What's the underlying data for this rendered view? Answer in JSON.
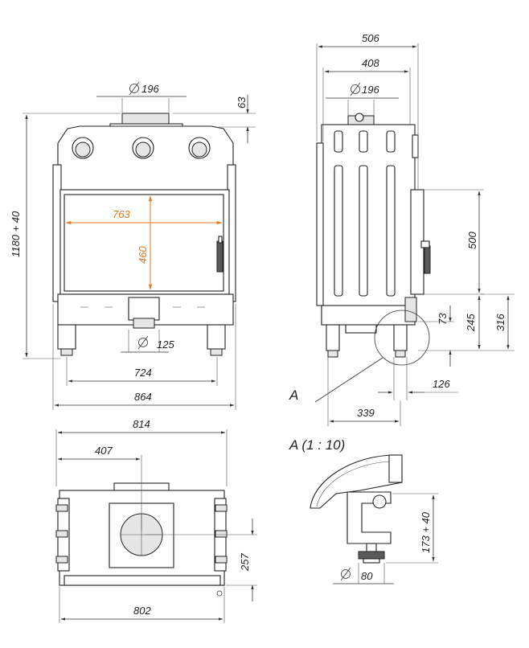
{
  "front": {
    "flue_diameter": "196",
    "flue_height": "63",
    "total_height": "1180 + 40",
    "glass_width": "763",
    "glass_height": "460",
    "bottom_diameter": "125",
    "leg_spacing": "724",
    "total_width": "864"
  },
  "side": {
    "depth_total": "506",
    "depth_inner": "408",
    "flue_diameter": "196",
    "door_height": "500",
    "dim_73": "73",
    "dim_245": "245",
    "dim_316": "316",
    "dim_126": "126",
    "dim_339": "339",
    "detail_ref": "A"
  },
  "top": {
    "width_814": "814",
    "offset_407": "407",
    "depth_257": "257",
    "width_802": "802"
  },
  "detail": {
    "title": "A (1 : 10)",
    "height": "173 + 40",
    "diameter": "80"
  },
  "symbols": {
    "diameter": "Ø"
  }
}
